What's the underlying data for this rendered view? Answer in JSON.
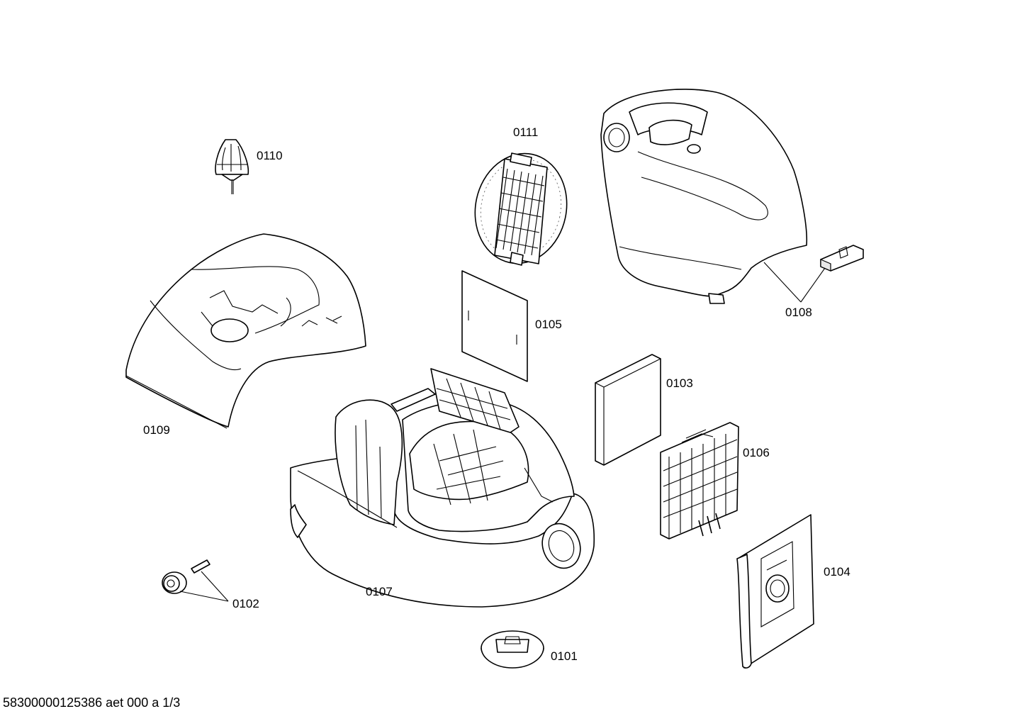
{
  "parts": [
    {
      "id": "0110",
      "name": "spout"
    },
    {
      "id": "0111",
      "name": "filter-cassette"
    },
    {
      "id": "0108",
      "name": "cover"
    },
    {
      "id": "0109",
      "name": "lid"
    },
    {
      "id": "0105",
      "name": "filter-pad"
    },
    {
      "id": "0103",
      "name": "filter-block"
    },
    {
      "id": "0106",
      "name": "filter-grid"
    },
    {
      "id": "0107",
      "name": "housing"
    },
    {
      "id": "0102",
      "name": "wheel"
    },
    {
      "id": "0104",
      "name": "dust-bag"
    },
    {
      "id": "0101",
      "name": "cap"
    }
  ],
  "labels": {
    "p0110": "0110",
    "p0111": "0111",
    "p0108": "0108",
    "p0109": "0109",
    "p0105": "0105",
    "p0103": "0103",
    "p0106": "0106",
    "p0107": "0107",
    "p0102": "0102",
    "p0104": "0104",
    "p0101": "0101"
  },
  "footer": "58300000125386 aet 000 a 1/3"
}
